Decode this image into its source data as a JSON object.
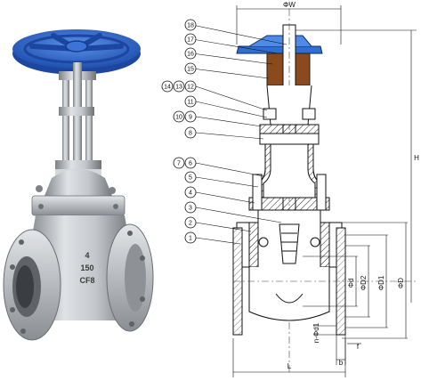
{
  "photo": {
    "body_markings": [
      "4",
      "150",
      "CF8"
    ],
    "handwheel_color": "#2f6fd1",
    "body_color": "#b9bcc0"
  },
  "drawing": {
    "callouts": [
      "18",
      "17",
      "16",
      "15",
      "14",
      "13",
      "12",
      "11",
      "10",
      "9",
      "8",
      "7",
      "6",
      "5",
      "4",
      "3",
      "2",
      "1"
    ],
    "dimensions": {
      "handwheel_diameter": "ΦW",
      "height": "H",
      "bore": "Φd",
      "raised_face": "ΦD2",
      "bolt_circle": "ΦD1",
      "flange_outer": "ΦD",
      "bolt_holes": "n-Φd1",
      "flange_thickness": "b",
      "raised_face_height": "f",
      "face_to_face": "L"
    },
    "accent_colors": {
      "handwheel": "#2f6fd1",
      "yoke_nut": "#8a4a1c"
    }
  }
}
